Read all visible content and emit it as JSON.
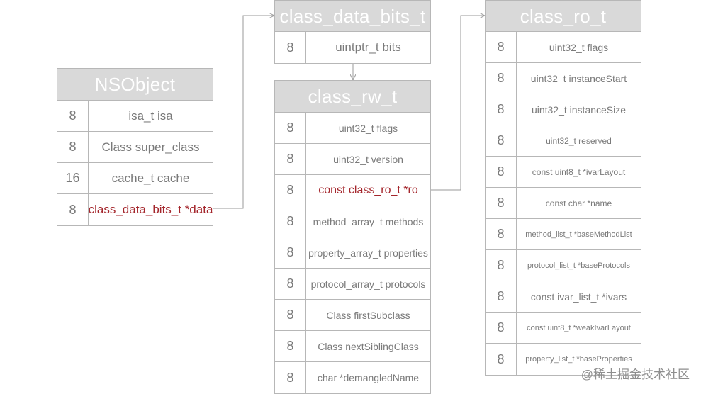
{
  "nsobject": {
    "title": "NSObject",
    "rows": [
      {
        "size": "8",
        "field": "isa_t isa"
      },
      {
        "size": "8",
        "field": "Class super_class"
      },
      {
        "size": "16",
        "field": "cache_t cache"
      },
      {
        "size": "8",
        "field": "class_data_bits_t *data"
      }
    ]
  },
  "class_data_bits_t": {
    "title": "class_data_bits_t",
    "rows": [
      {
        "size": "8",
        "field": "uintptr_t bits"
      }
    ]
  },
  "class_rw_t": {
    "title": "class_rw_t",
    "rows": [
      {
        "size": "8",
        "field": "uint32_t flags"
      },
      {
        "size": "8",
        "field": "uint32_t version"
      },
      {
        "size": "8",
        "field": "const class_ro_t *ro"
      },
      {
        "size": "8",
        "field": "method_array_t methods"
      },
      {
        "size": "8",
        "field": "property_array_t properties"
      },
      {
        "size": "8",
        "field": "protocol_array_t protocols"
      },
      {
        "size": "8",
        "field": "Class firstSubclass"
      },
      {
        "size": "8",
        "field": "Class nextSiblingClass"
      },
      {
        "size": "8",
        "field": "char *demangledName"
      }
    ]
  },
  "class_ro_t": {
    "title": "class_ro_t",
    "rows": [
      {
        "size": "8",
        "field": "uint32_t flags"
      },
      {
        "size": "8",
        "field": "uint32_t instanceStart"
      },
      {
        "size": "8",
        "field": "uint32_t instanceSize"
      },
      {
        "size": "8",
        "field": "uint32_t reserved"
      },
      {
        "size": "8",
        "field": "const uint8_t *ivarLayout"
      },
      {
        "size": "8",
        "field": "const char *name"
      },
      {
        "size": "8",
        "field": "method_list_t *baseMethodList"
      },
      {
        "size": "8",
        "field": "protocol_list_t *baseProtocols"
      },
      {
        "size": "8",
        "field": "const ivar_list_t *ivars"
      },
      {
        "size": "8",
        "field": "const uint8_t *weakIvarLayout"
      },
      {
        "size": "8",
        "field": "property_list_t *baseProperties"
      }
    ]
  },
  "watermark": "@稀土掘金技术社区",
  "colors": {
    "header_bg": "#d9d9d9",
    "border": "#b7b7b7",
    "text": "#7a7a7a",
    "highlight": "#a4262c",
    "connector": "#9a9a9a"
  }
}
